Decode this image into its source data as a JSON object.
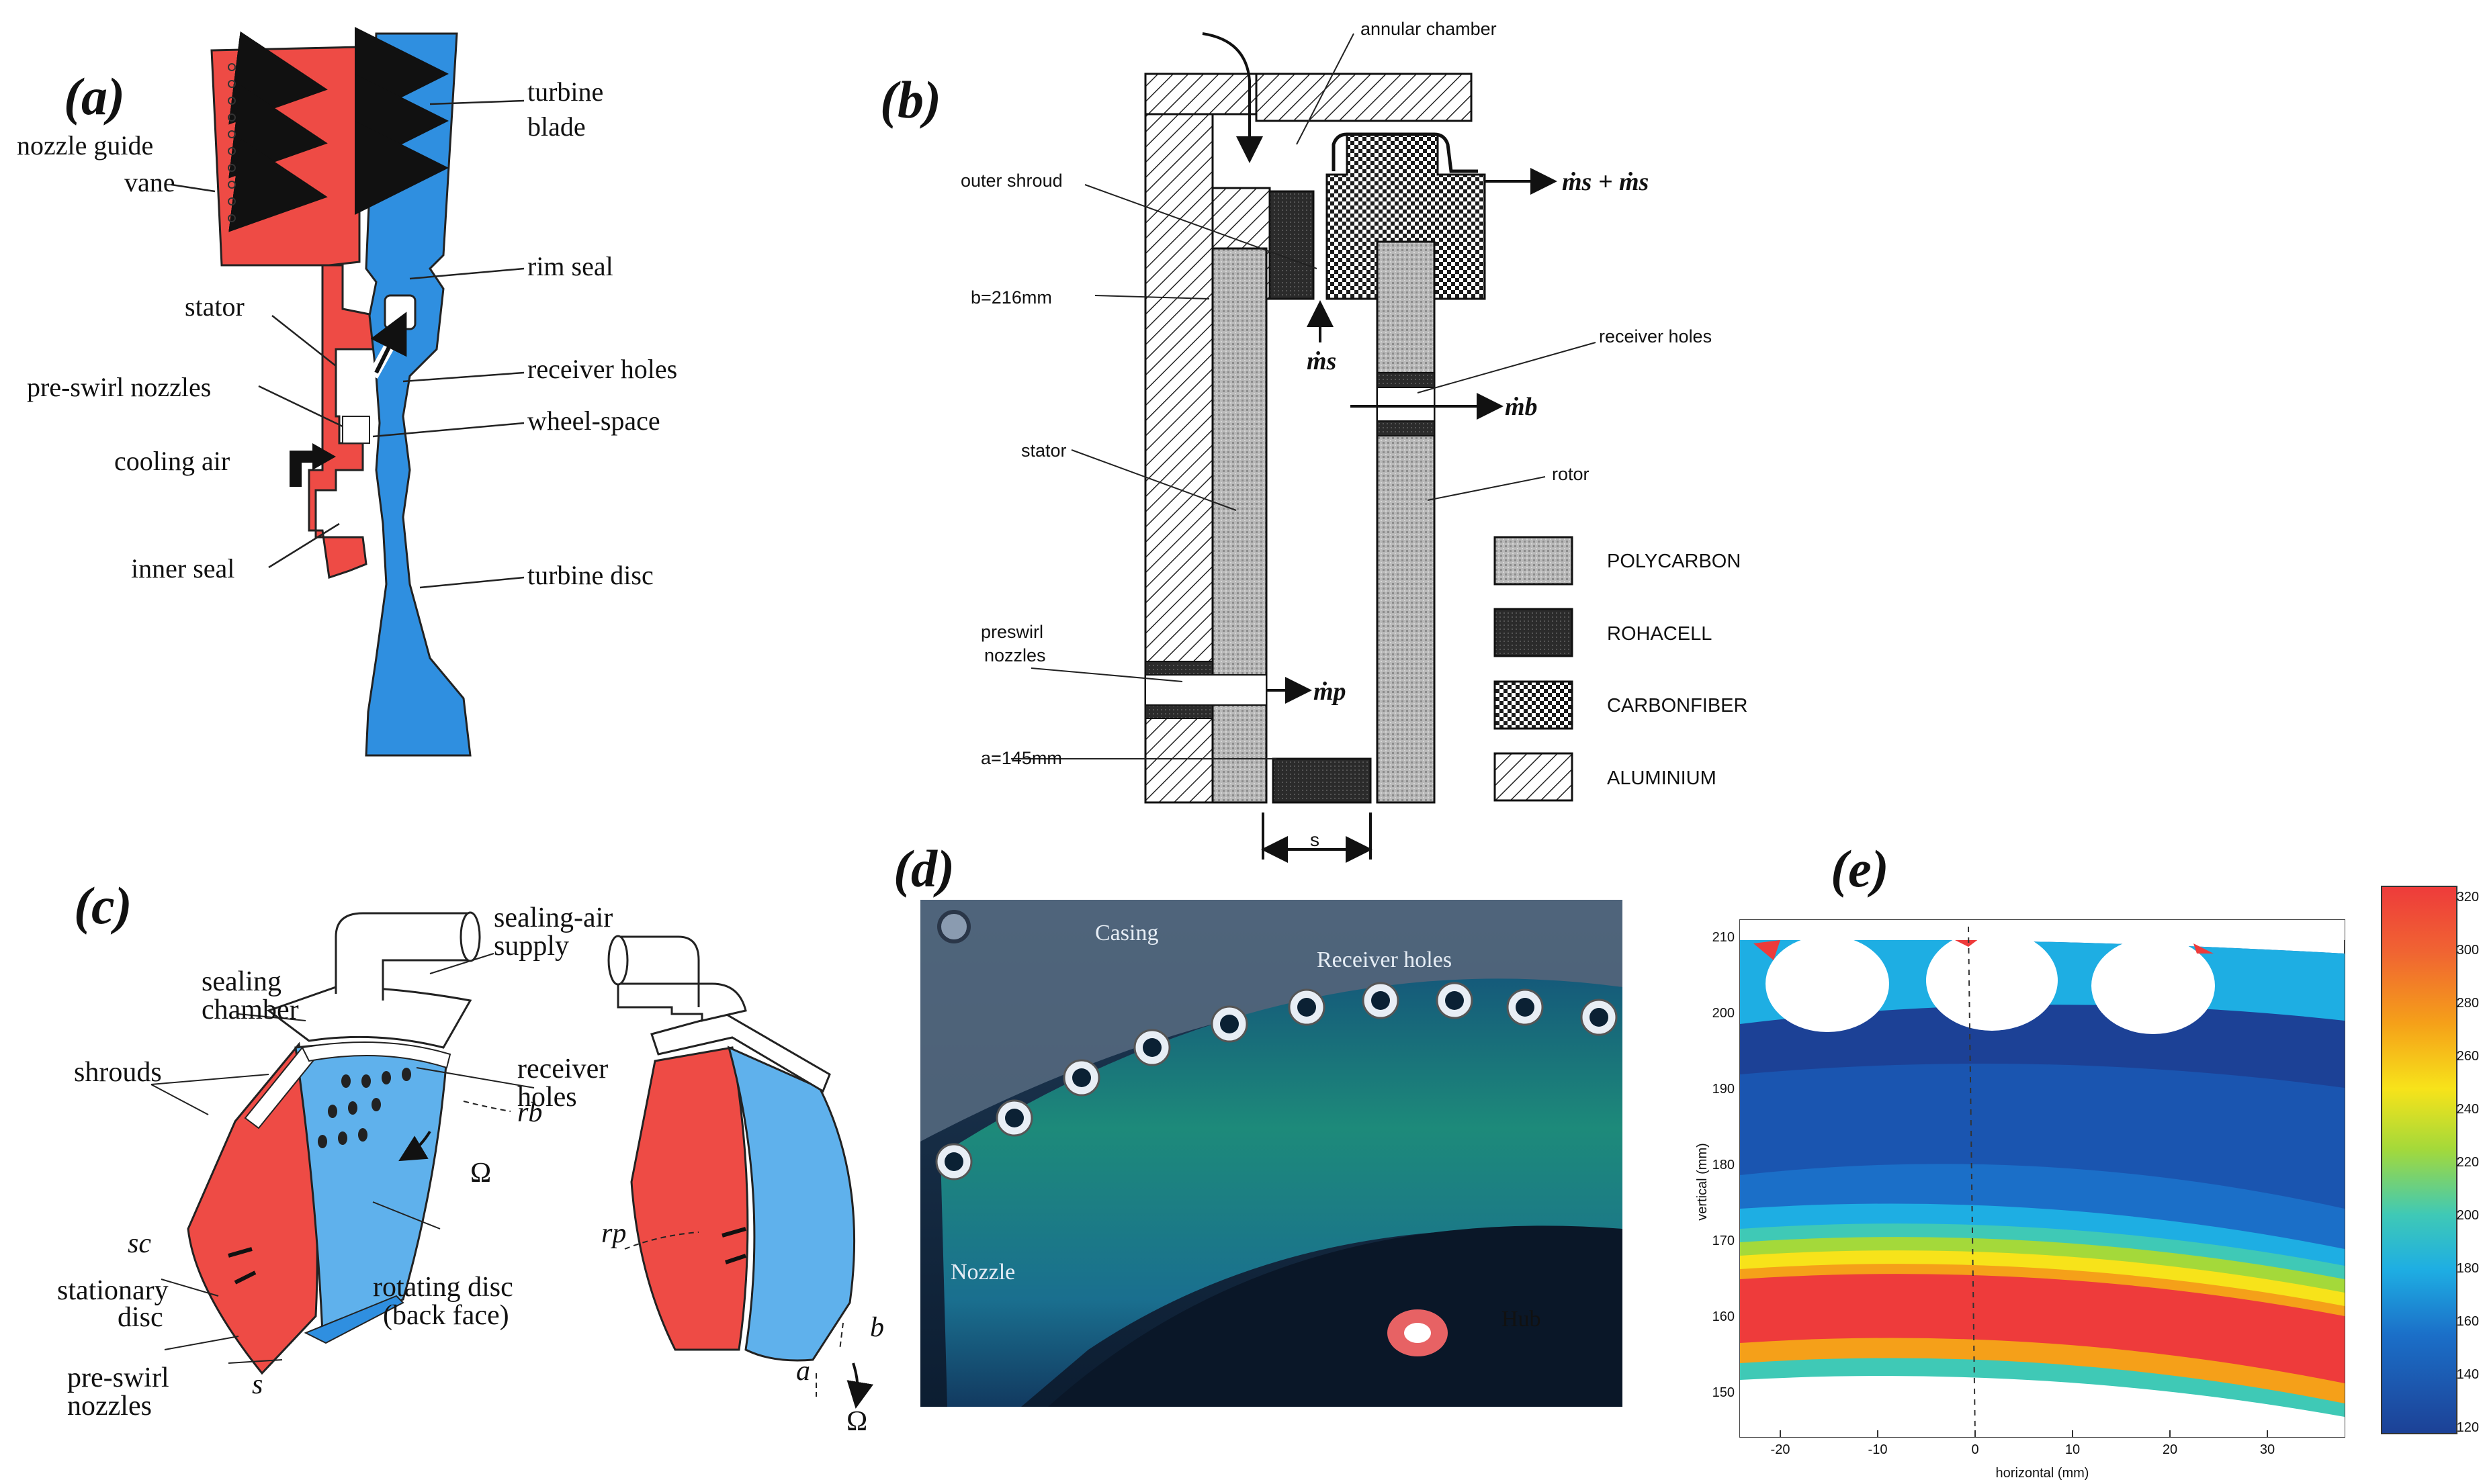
{
  "figure": {
    "panel_labels": [
      "(a)",
      "(b)",
      "(c)",
      "(d)",
      "(e)"
    ],
    "colors": {
      "stator_red": "#ee4b45",
      "rotor_blue": "#2f8fe0",
      "light_blue": "#6cb7ee",
      "ink": "#1a1a1a"
    }
  },
  "panel_a": {
    "labels": {
      "nozzle_guide": "nozzle guide",
      "vane": "vane",
      "turbine": "turbine",
      "blade": "blade",
      "rim_seal": "rim seal",
      "stator": "stator",
      "receiver_holes": "receiver holes",
      "pre_swirl_nozzles": "pre-swirl nozzles",
      "wheel_space": "wheel-space",
      "cooling_air": "cooling air",
      "inner_seal": "inner seal",
      "turbine_disc": "turbine disc"
    }
  },
  "panel_b": {
    "labels": {
      "annular_chamber": "annular chamber",
      "outer_shroud": "outer shroud",
      "b_radius": "b=216mm",
      "m_s": "ṁs",
      "m_out": "ṁs + ṁs",
      "receiver_holes": "receiver holes",
      "m_b_out": "ṁb",
      "stator": "stator",
      "rotor": "rotor",
      "preswirl": "preswirl",
      "nozzles": "nozzles",
      "m_p": "ṁp",
      "a_radius": "a=145mm",
      "s": "s"
    },
    "legend": [
      {
        "name": "POLYCARBON",
        "pattern": "poly"
      },
      {
        "name": "ROHACELL",
        "pattern": "roha"
      },
      {
        "name": "CARBONFIBER",
        "pattern": "carbon"
      },
      {
        "name": "ALUMINIUM",
        "pattern": "alu"
      }
    ]
  },
  "panel_c": {
    "labels": {
      "sealing_air_1": "sealing-air",
      "sealing_air_2": "supply",
      "sealing_1": "sealing",
      "sealing_2": "chamber",
      "shrouds": "shrouds",
      "receiver_1": "receiver",
      "receiver_2": "holes",
      "r_b": "rb",
      "omega": "Ω",
      "s_c": "sc",
      "stationary_1": "stationary",
      "stationary_2": "disc",
      "rotating_1": "rotating disc",
      "rotating_2": "(back face)",
      "preswirl_1": "pre-swirl",
      "preswirl_2": "nozzles",
      "s": "s",
      "r_p": "rp",
      "b": "b",
      "a": "a",
      "omega2": "Ω"
    }
  },
  "panel_d": {
    "labels": {
      "casing": "Casing",
      "receiver_holes": "Receiver holes",
      "nozzle": "Nozzle",
      "hub": "Hub"
    }
  },
  "panel_e": {
    "xlabel": "horizontal (mm)",
    "ylabel": "vertical (mm)",
    "x_ticks": [
      "-20",
      "-10",
      "0",
      "10",
      "20",
      "30"
    ],
    "y_ticks": [
      "210",
      "200",
      "190",
      "180",
      "170",
      "160",
      "150"
    ],
    "colorbar_ticks": [
      "320",
      "300",
      "280",
      "260",
      "240",
      "220",
      "200",
      "180",
      "160",
      "140",
      "120"
    ],
    "colorbar_colors": [
      "#ee3b3b",
      "#f06432",
      "#f5a019",
      "#f7e31a",
      "#a4d93a",
      "#3fc9b6",
      "#1eaee3",
      "#1d8fdb",
      "#1b6fc8",
      "#1a55b0",
      "#1c4196"
    ]
  }
}
